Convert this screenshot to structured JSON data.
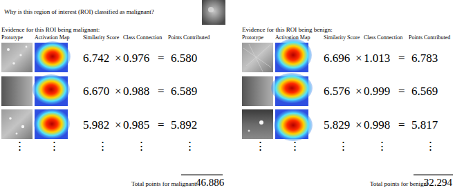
{
  "diagram": {
    "title": "Why is this region of interest (ROI) classified as malignant?",
    "labels": [
      "Evidence for this ROI being malignant:",
      "Prototype",
      "Activation Map",
      "Similarity Score",
      "Class Connection",
      "Points Contributed",
      "6.742",
      "×",
      "0.976",
      "=",
      "6.580",
      "6.670",
      "×",
      "0.988",
      "=",
      "6.589",
      "5.982",
      "×",
      "0.985",
      "=",
      "5.892",
      "⋮",
      "⋮",
      "⋮",
      "⋮",
      "⋮",
      "Total points for malignant:",
      "46.886",
      "Evidence for this ROI being benign:",
      "Prototype",
      "Activation Map",
      "Similarity Score",
      "Class Connection",
      "Points Contributed",
      "6.696",
      "×",
      "1.013",
      "=",
      "6.783",
      "6.576",
      "×",
      "0.999",
      "=",
      "6.569",
      "5.829",
      "×",
      "0.998",
      "=",
      "5.817",
      "⋮",
      "⋮",
      "⋮",
      "⋮",
      "⋮",
      "Total points for benign:",
      "32.294"
    ]
  }
}
